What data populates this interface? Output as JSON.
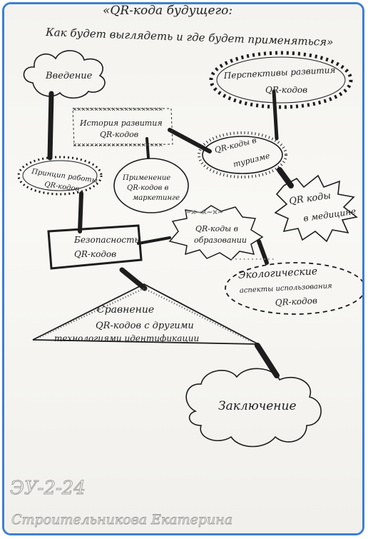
{
  "title": {
    "line1": "«QR-кода будущего:",
    "line2": "Как будет выглядеть и где будет применяться»"
  },
  "nodes": {
    "introduction": "Введение",
    "history": [
      "История развития",
      "QR-кодов"
    ],
    "principle": [
      "Принцип работы",
      "QR-кодов"
    ],
    "marketing": [
      "Применение",
      "QR-кодов в",
      "маркетинге"
    ],
    "tourism": [
      "QR-коды в",
      "туризме"
    ],
    "prospects": [
      "Перспективы развития",
      "QR-кодов"
    ],
    "medicine": [
      "QR коды",
      "в медицине"
    ],
    "security": [
      "Безопасность",
      "QR-кодов"
    ],
    "education": [
      "QR-коды в",
      "образовании"
    ],
    "ecology": [
      "Экологические",
      "аспекты использования",
      "QR-кодов"
    ],
    "comparison": [
      "Сравнение",
      "QR-кодов с другими",
      "технологиями идентификации"
    ],
    "conclusion": "Заключение"
  },
  "signature": {
    "group": "ЭУ-2-24",
    "name": "Строительникова Екатерина"
  },
  "colors": {
    "frame": "#3f7fd0",
    "ink": "#1d1d1d",
    "pencil": "#8a8a8a",
    "paper": "#f7f6f2"
  }
}
